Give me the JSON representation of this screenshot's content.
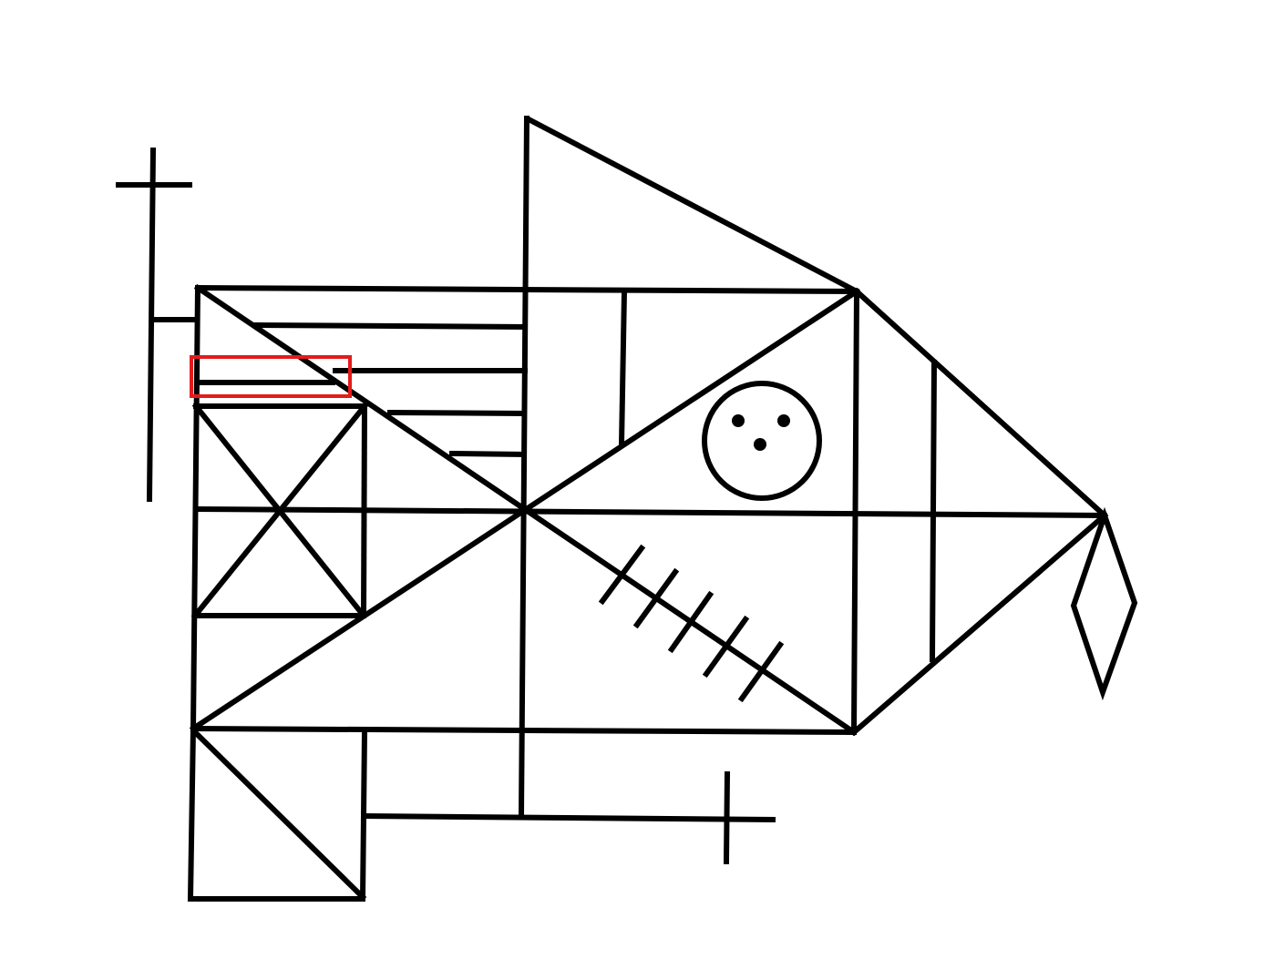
{
  "figure": {
    "kind": "complex-geometric-figure",
    "line_color": "#000000",
    "background_color": "#ffffff",
    "highlight_color": "#e31b1b",
    "highlighted_part": "short-horizontal-segment-left-of-diagonal",
    "dot_count": 3,
    "cross_hatch_count": 5
  }
}
